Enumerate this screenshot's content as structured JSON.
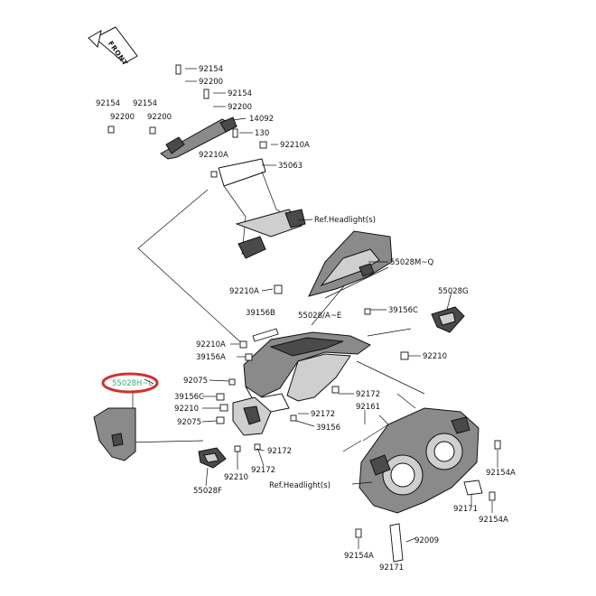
{
  "diagram": {
    "orientation_badge": "FRONT",
    "highlight_color": "#d0312d",
    "callouts": [
      "92154",
      "92200",
      "92154",
      "92200",
      "14092",
      "92154",
      "92200",
      "92154",
      "92200",
      "130",
      "92210A",
      "92210A",
      "35063",
      "Ref.Headlight(s)",
      "55028M~Q",
      "92210A",
      "55028G",
      "39156B",
      "55028/A~E",
      "39156C",
      "92210A",
      "39156A",
      "92210",
      "55028H~L",
      "92075",
      "39156C",
      "92172",
      "92210",
      "92161",
      "92075",
      "92172",
      "39156",
      "92172",
      "92210",
      "92172",
      "55028F",
      "Ref.Headlight(s)",
      "92154A",
      "92171",
      "92154A",
      "92154A",
      "92009",
      "92171"
    ]
  }
}
